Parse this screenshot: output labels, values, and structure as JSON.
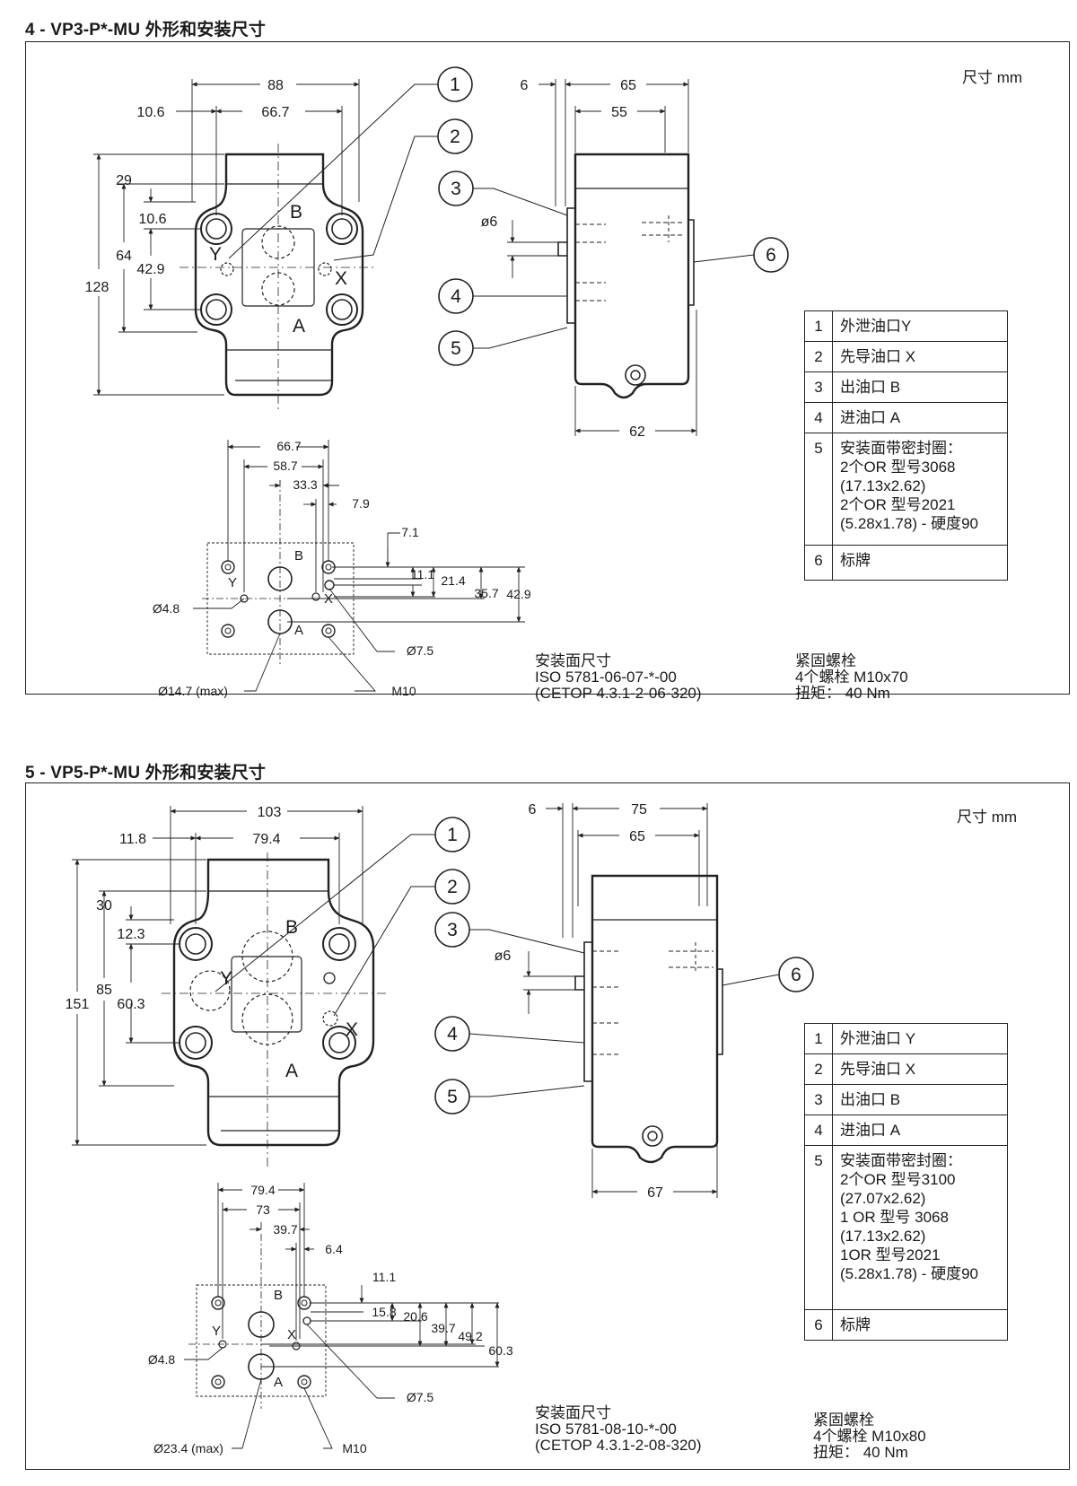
{
  "sections": [
    {
      "title": "4 - VP3-P*-MU 外形和安装尺寸",
      "unit": "尺寸 mm",
      "front_dims": {
        "d1": "88",
        "d2": "10.6",
        "d3": "66.7",
        "d4": "29",
        "d5": "10.6",
        "d6": "64",
        "d7": "42.9",
        "d8": "128"
      },
      "port_labels": {
        "b": "B",
        "a": "A",
        "y": "Y",
        "x": "X"
      },
      "callouts": [
        "1",
        "2",
        "3",
        "4",
        "5",
        "6"
      ],
      "side_dims": {
        "top1": "6",
        "top2": "65",
        "top3": "55",
        "dia": "ø6",
        "bottom": "62"
      },
      "mount_dims": [
        "66.7",
        "58.7",
        "33.3",
        "7.9",
        "7.1",
        "11.1",
        "21.4",
        "35.7",
        "42.9"
      ],
      "mount_labels": {
        "d1": "Ø4.8",
        "d2": "Ø7.5",
        "d3": "Ø14.7 (max)",
        "d4": "M10",
        "b": "B",
        "a": "A",
        "y": "Y",
        "x": "X"
      },
      "legend": [
        {
          "n": "1",
          "t": "外泄油口Y"
        },
        {
          "n": "2",
          "t": "先导油口 X"
        },
        {
          "n": "3",
          "t": "出油口 B"
        },
        {
          "n": "4",
          "t": "进油口 A"
        },
        {
          "n": "5",
          "t": "安装面带密封圈：\n2个OR 型号3068\n(17.13x2.62)\n2个OR 型号2021\n(5.28x1.78) - 硬度90"
        },
        {
          "n": "6",
          "t": "标牌"
        }
      ],
      "surface_note": "安装面尺寸\nISO 5781-06-07-*-00\n(CETOP 4.3.1-2-06-320)",
      "bolt_note": "紧固螺栓\n4个螺栓  M10x70\n扭矩：  40 Nm"
    },
    {
      "title": "5 - VP5-P*-MU 外形和安装尺寸",
      "unit": "尺寸  mm",
      "front_dims": {
        "d1": "103",
        "d2": "11.8",
        "d3": "79.4",
        "d4": "30",
        "d5": "12.3",
        "d6": "85",
        "d7": "60.3",
        "d8": "151"
      },
      "port_labels": {
        "b": "B",
        "a": "A",
        "y": "Y",
        "x": "X"
      },
      "callouts": [
        "1",
        "2",
        "3",
        "4",
        "5",
        "6"
      ],
      "side_dims": {
        "top1": "6",
        "top2": "75",
        "top3": "65",
        "dia": "ø6",
        "bottom": "67"
      },
      "mount_dims": [
        "79.4",
        "73",
        "39.7",
        "6.4",
        "11.1",
        "15.8",
        "20.6",
        "39.7",
        "49.2",
        "60.3"
      ],
      "mount_labels": {
        "d1": "Ø4.8",
        "d2": "Ø7.5",
        "d3": "Ø23.4 (max)",
        "d4": "M10",
        "b": "B",
        "a": "A",
        "y": "Y",
        "x": "X"
      },
      "legend": [
        {
          "n": "1",
          "t": "外泄油口 Y"
        },
        {
          "n": "2",
          "t": "先导油口 X"
        },
        {
          "n": "3",
          "t": "出油口 B"
        },
        {
          "n": "4",
          "t": "进油口 A"
        },
        {
          "n": "5",
          "t": "安装面带密封圈：\n2个OR 型号3100\n(27.07x2.62)\n1 OR 型号 3068\n(17.13x2.62)\n1OR 型号2021\n(5.28x1.78) - 硬度90"
        },
        {
          "n": "6",
          "t": "标牌"
        }
      ],
      "surface_note": "安装面尺寸\nISO 5781-08-10-*-00\n(CETOP 4.3.1-2-08-320)",
      "bolt_note": "紧固螺栓\n4个螺栓  M10x80\n扭矩： 40 Nm"
    }
  ]
}
